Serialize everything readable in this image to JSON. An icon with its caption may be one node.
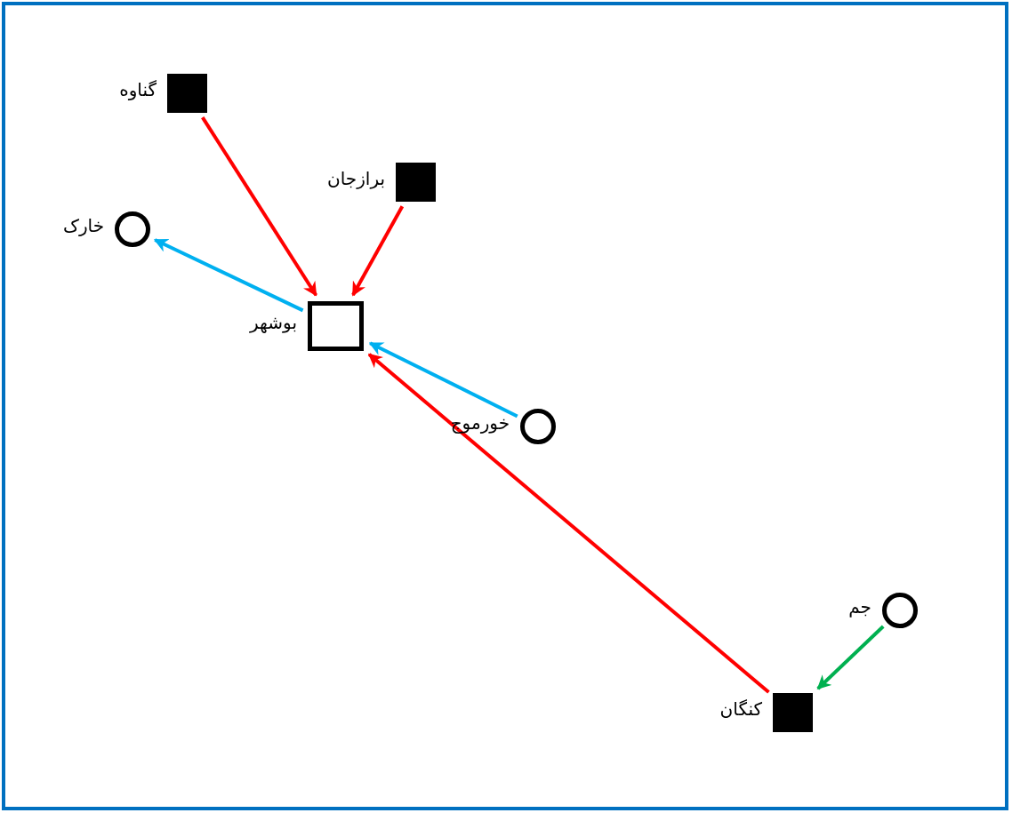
{
  "diagram": {
    "nodes": [
      {
        "text": [],
        "shape": "square",
        "beside": [
          "گناوه"
        ]
      },
      {
        "text": [],
        "shape": "square",
        "beside": [
          "برازجان"
        ]
      },
      {
        "text": [],
        "shape": "circle",
        "beside": [
          "خارک"
        ]
      },
      {
        "text": [],
        "shape": "box",
        "beside": [
          "بوشهر"
        ]
      },
      {
        "text": [],
        "shape": "circle",
        "beside": [
          "خورموج"
        ]
      },
      {
        "text": [],
        "shape": "circle",
        "beside": [
          "جم"
        ]
      },
      {
        "text": [],
        "shape": "square",
        "beside": [
          "کنگان"
        ]
      }
    ],
    "edges": [
      {
        "from": 0,
        "to": 3,
        "arrow": "to"
      },
      {
        "from": 1,
        "to": 3,
        "arrow": "to"
      },
      {
        "from": 3,
        "to": 2,
        "arrow": "to",
        "color": "#00b0f0"
      },
      {
        "from": 4,
        "to": 3,
        "arrow": "to",
        "color": "#00b0f0"
      },
      {
        "from": 6,
        "to": 3,
        "arrow": "to"
      },
      {
        "from": 5,
        "to": 6,
        "arrow": "to",
        "color": "#00b050"
      }
    ]
  }
}
